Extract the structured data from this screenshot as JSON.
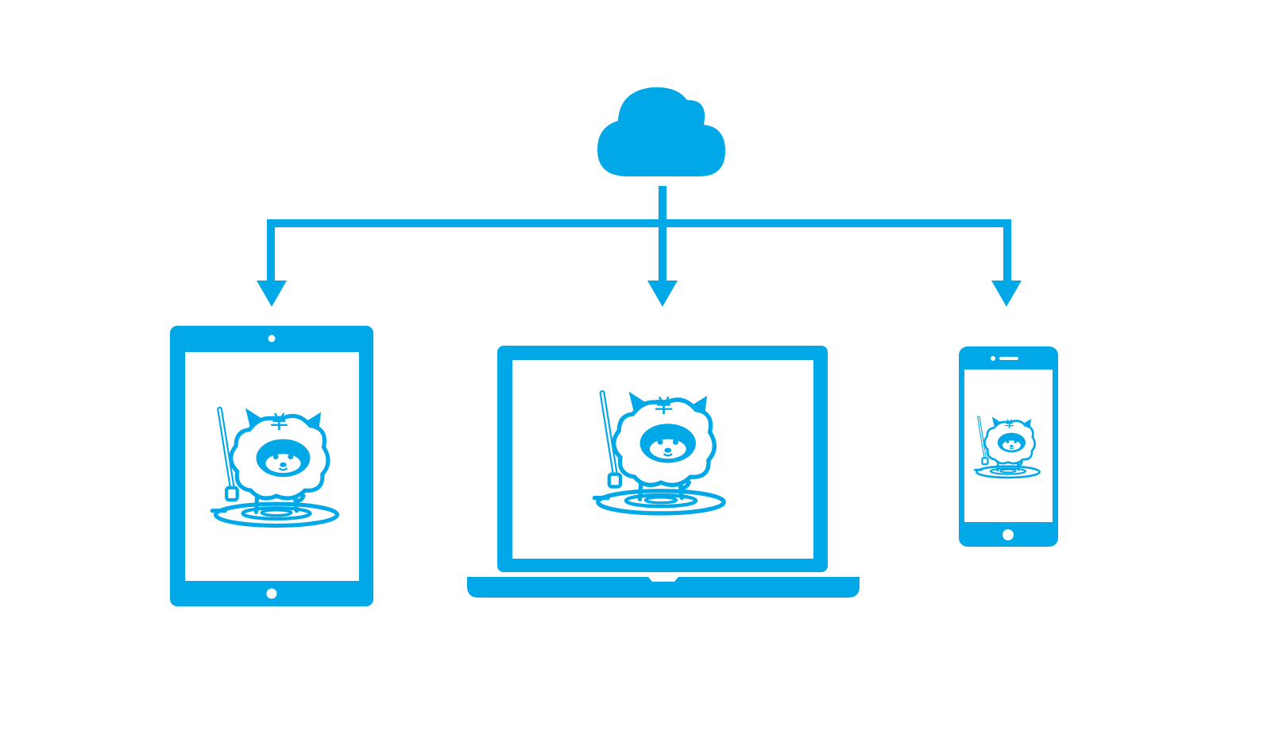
{
  "colors": {
    "accent": "#00a8e8",
    "background": "#ffffff"
  },
  "cloud": {
    "icon": "cloud-icon"
  },
  "devices": [
    {
      "kind": "tablet",
      "icon": "tablet-icon"
    },
    {
      "kind": "laptop",
      "icon": "laptop-icon"
    },
    {
      "kind": "phone",
      "icon": "smartphone-icon"
    }
  ],
  "mascot": {
    "icon": "sheep-mascot-icon",
    "glyph": "羊"
  }
}
